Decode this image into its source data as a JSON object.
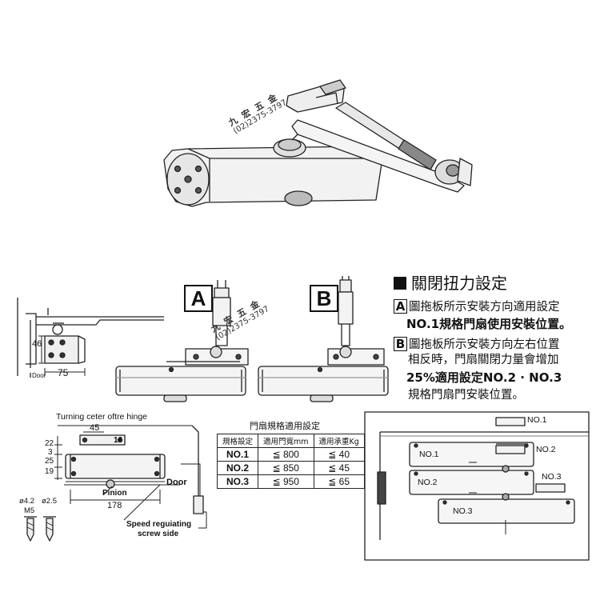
{
  "watermark": {
    "text_lines": [
      "九 宏 五 金",
      "(02)2375-3797"
    ]
  },
  "label_A": "A",
  "label_B": "B",
  "title": "關閉扭力設定",
  "desc": {
    "a_letter": "A",
    "a_line1": "圖拖板所示安裝方向適用設定",
    "a_line2": "NO.1規格門扇使用安裝位置。",
    "b_letter": "B",
    "b_line1": "圖拖板所示安裝方向左右位置",
    "b_line2": "相反時，門扇關閉力量會增加",
    "b_line3": "25%適用設定NO.2 · NO.3",
    "b_line4": "規格門扇門安裝位置。"
  },
  "left_dims": {
    "d46": "46",
    "d75": "75",
    "door": "Door"
  },
  "dims": {
    "hinge_title": "Turning ceter oftre hinge",
    "d45": "45",
    "d16": "16",
    "d22": "22",
    "d3": "3",
    "d25": "25",
    "d19": "19",
    "d178": "178",
    "door": "Door",
    "pinion": "Pinion",
    "screw_a": "ø4.2",
    "screw_b": "ø2.5",
    "screw_m": "M5",
    "speed1": "Speed reguiating",
    "speed2": "screw side"
  },
  "table": {
    "title": "門扇規格適用設定",
    "headers": [
      "規格設定",
      "適用門寬mm",
      "適用承重Kg"
    ],
    "rows": [
      [
        "NO.1",
        "≦ 800",
        "≦ 40"
      ],
      [
        "NO.2",
        "≦ 850",
        "≦ 45"
      ],
      [
        "NO.3",
        "≦ 950",
        "≦ 65"
      ]
    ]
  },
  "positions": {
    "no1": "NO.1",
    "no2": "NO.2",
    "no3": "NO.3"
  }
}
